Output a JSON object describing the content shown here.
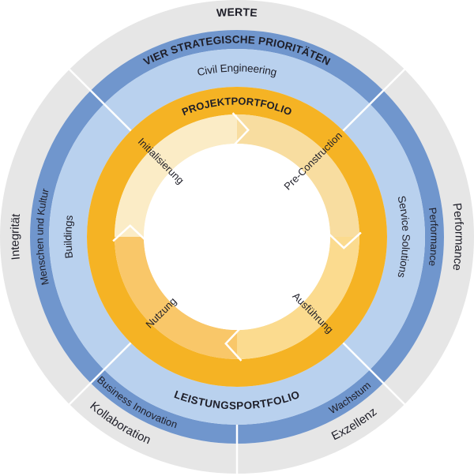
{
  "werte": {
    "header": "WERTE",
    "items": [
      "Integrität",
      "Performance",
      "Exzellenz",
      "Kollaboration"
    ]
  },
  "prioritaeten": {
    "header": "VIER STRATEGISCHE PRIORITÄTEN",
    "items": [
      "Menschen und Kultur",
      "Performance",
      "Wachstum",
      "Business Innovation"
    ]
  },
  "leistungsportfolio": {
    "header": "LEISTUNGSPORTFOLIO",
    "items": [
      "Civil Engineering",
      "Service Solutions",
      "Buildings"
    ]
  },
  "projektportfolio": {
    "header": "PROJEKTPORTFOLIO",
    "phases": [
      "Initialisierung",
      "Pre-Construction",
      "Ausführung",
      "Nutzung"
    ]
  },
  "colors": {
    "werte_ring": "#e6e6e6",
    "prioritaeten_ring": "#7096cd",
    "leistung_ring": "#b9d1ee",
    "projekt_ring": "#f5b324",
    "phase_initialisierung": "#fbecc6",
    "phase_preconstruction": "#f8dda0",
    "phase_ausfuehrung": "#fbdb8f",
    "phase_nutzung": "#f9c769",
    "text_dark": "#1e1e28",
    "separator": "#ffffff"
  }
}
